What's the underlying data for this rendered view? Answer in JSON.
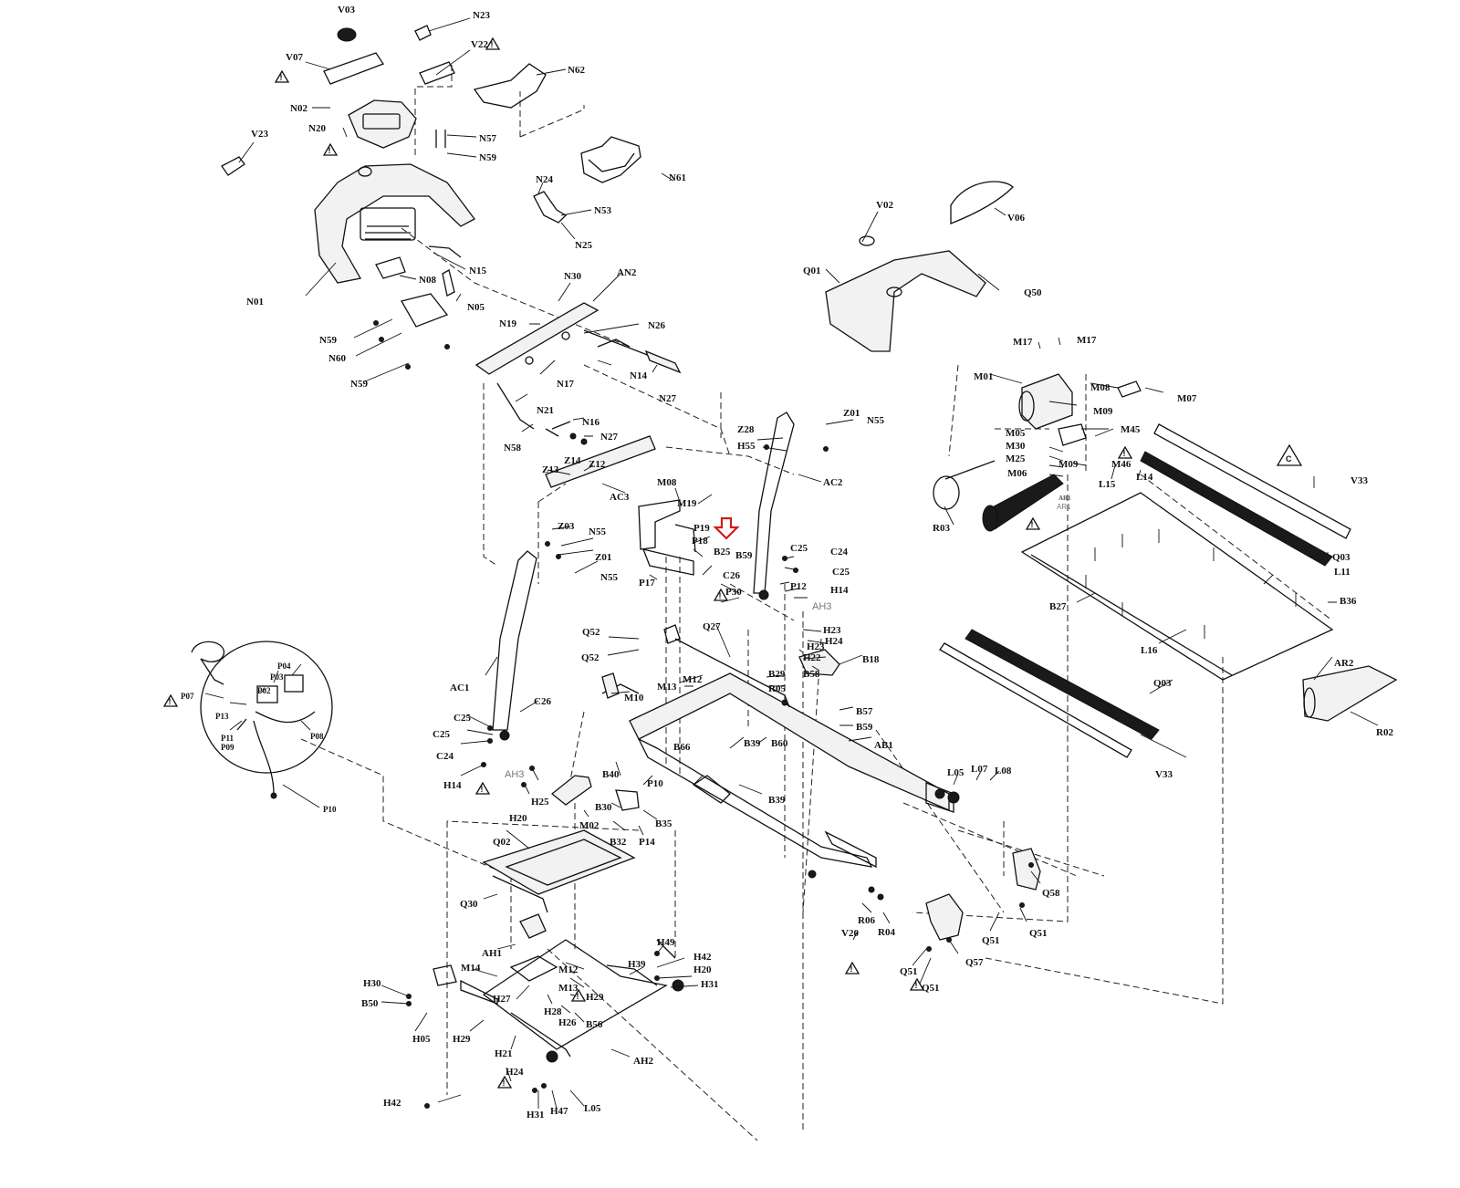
{
  "labels": [
    {
      "text": "V03"
    },
    {
      "text": "N23"
    },
    {
      "text": "V07"
    },
    {
      "text": "V22"
    },
    {
      "text": "N62"
    },
    {
      "text": "N02"
    },
    {
      "text": "N20"
    },
    {
      "text": "N57"
    },
    {
      "text": "N59"
    },
    {
      "text": "N61"
    },
    {
      "text": "V23"
    },
    {
      "text": "N24"
    },
    {
      "text": "N53"
    },
    {
      "text": "N25"
    },
    {
      "text": "N01"
    },
    {
      "text": "N15"
    },
    {
      "text": "N08"
    },
    {
      "text": "N30"
    },
    {
      "text": "AN2"
    },
    {
      "text": "N05"
    },
    {
      "text": "N59"
    },
    {
      "text": "N60"
    },
    {
      "text": "N19"
    },
    {
      "text": "N26"
    },
    {
      "text": "N59"
    },
    {
      "text": "N17"
    },
    {
      "text": "N14"
    },
    {
      "text": "N27"
    },
    {
      "text": "N21"
    },
    {
      "text": "N16"
    },
    {
      "text": "N58"
    },
    {
      "text": "N27"
    },
    {
      "text": "V02"
    },
    {
      "text": "V06"
    },
    {
      "text": "Q01"
    },
    {
      "text": "Q50"
    },
    {
      "text": "M17"
    },
    {
      "text": "M17"
    },
    {
      "text": "M01"
    },
    {
      "text": "M08"
    },
    {
      "text": "M07"
    },
    {
      "text": "M09"
    },
    {
      "text": "M05"
    },
    {
      "text": "M30"
    },
    {
      "text": "M25"
    },
    {
      "text": "M45"
    },
    {
      "text": "M06"
    },
    {
      "text": "M09"
    },
    {
      "text": "M46"
    },
    {
      "text": "L15"
    },
    {
      "text": "L14"
    },
    {
      "text": "V33"
    },
    {
      "text": "R03"
    },
    {
      "text": "AR1"
    },
    {
      "text": "Q03"
    },
    {
      "text": "L11"
    },
    {
      "text": "B27"
    },
    {
      "text": "B36"
    },
    {
      "text": "L16"
    },
    {
      "text": "Z01"
    },
    {
      "text": "N55"
    },
    {
      "text": "Z28"
    },
    {
      "text": "H55"
    },
    {
      "text": "AC2"
    },
    {
      "text": "Z13"
    },
    {
      "text": "Z14"
    },
    {
      "text": "Z12"
    },
    {
      "text": "AC3"
    },
    {
      "text": "M08"
    },
    {
      "text": "M19"
    },
    {
      "text": "P19"
    },
    {
      "text": "P18"
    },
    {
      "text": "B25"
    },
    {
      "text": "B59"
    },
    {
      "text": "Z03"
    },
    {
      "text": "N55"
    },
    {
      "text": "Z01"
    },
    {
      "text": "N55"
    },
    {
      "text": "P17"
    },
    {
      "text": "C26"
    },
    {
      "text": "P30"
    },
    {
      "text": "C25"
    },
    {
      "text": "C24"
    },
    {
      "text": "C25"
    },
    {
      "text": "P12"
    },
    {
      "text": "H14"
    },
    {
      "text": "Q52"
    },
    {
      "text": "Q52"
    },
    {
      "text": "Q27"
    },
    {
      "text": "H23"
    },
    {
      "text": "H24"
    },
    {
      "text": "H22"
    },
    {
      "text": "H23"
    },
    {
      "text": "B58"
    },
    {
      "text": "B18"
    },
    {
      "text": "M12"
    },
    {
      "text": "M13"
    },
    {
      "text": "M10"
    },
    {
      "text": "B29"
    },
    {
      "text": "R05"
    },
    {
      "text": "B57"
    },
    {
      "text": "B59"
    },
    {
      "text": "AB1"
    },
    {
      "text": "AC1"
    },
    {
      "text": "C26"
    },
    {
      "text": "C25"
    },
    {
      "text": "C25"
    },
    {
      "text": "C24"
    },
    {
      "text": "H14"
    },
    {
      "text": "H25"
    },
    {
      "text": "H20"
    },
    {
      "text": "P04"
    },
    {
      "text": "P03"
    },
    {
      "text": "P02"
    },
    {
      "text": "P07"
    },
    {
      "text": "P13"
    },
    {
      "text": "P11"
    },
    {
      "text": "P09"
    },
    {
      "text": "P08"
    },
    {
      "text": "P10"
    },
    {
      "text": "B40"
    },
    {
      "text": "P10"
    },
    {
      "text": "B30"
    },
    {
      "text": "M02"
    },
    {
      "text": "B35"
    },
    {
      "text": "B32"
    },
    {
      "text": "P14"
    },
    {
      "text": "B39"
    },
    {
      "text": "B60"
    },
    {
      "text": "B39"
    },
    {
      "text": "B66"
    },
    {
      "text": "L05"
    },
    {
      "text": "L07"
    },
    {
      "text": "L08"
    },
    {
      "text": "Q58"
    },
    {
      "text": "Q51"
    },
    {
      "text": "Q51"
    },
    {
      "text": "R06"
    },
    {
      "text": "R04"
    },
    {
      "text": "V20"
    },
    {
      "text": "Q51"
    },
    {
      "text": "Q57"
    },
    {
      "text": "Q51"
    },
    {
      "text": "AR2"
    },
    {
      "text": "R02"
    },
    {
      "text": "Q03"
    },
    {
      "text": "V33"
    },
    {
      "text": "Q02"
    },
    {
      "text": "Q30"
    },
    {
      "text": "AH1"
    },
    {
      "text": "M14"
    },
    {
      "text": "M12"
    },
    {
      "text": "M13"
    },
    {
      "text": "H27"
    },
    {
      "text": "H28"
    },
    {
      "text": "H26"
    },
    {
      "text": "H29"
    },
    {
      "text": "B56"
    },
    {
      "text": "H30"
    },
    {
      "text": "B50"
    },
    {
      "text": "H05"
    },
    {
      "text": "H29"
    },
    {
      "text": "H21"
    },
    {
      "text": "H24"
    },
    {
      "text": "H42"
    },
    {
      "text": "H31"
    },
    {
      "text": "H47"
    },
    {
      "text": "L05"
    },
    {
      "text": "AH2"
    },
    {
      "text": "H49"
    },
    {
      "text": "H39"
    },
    {
      "text": "H42"
    },
    {
      "text": "H20"
    },
    {
      "text": "H31"
    }
  ],
  "gray_labels": [
    {
      "text": "AH3"
    },
    {
      "text": "AH3"
    },
    {
      "text": "AR1"
    }
  ],
  "colors": {
    "highlight_arrow": "#d11a1a",
    "line": "#111111"
  }
}
